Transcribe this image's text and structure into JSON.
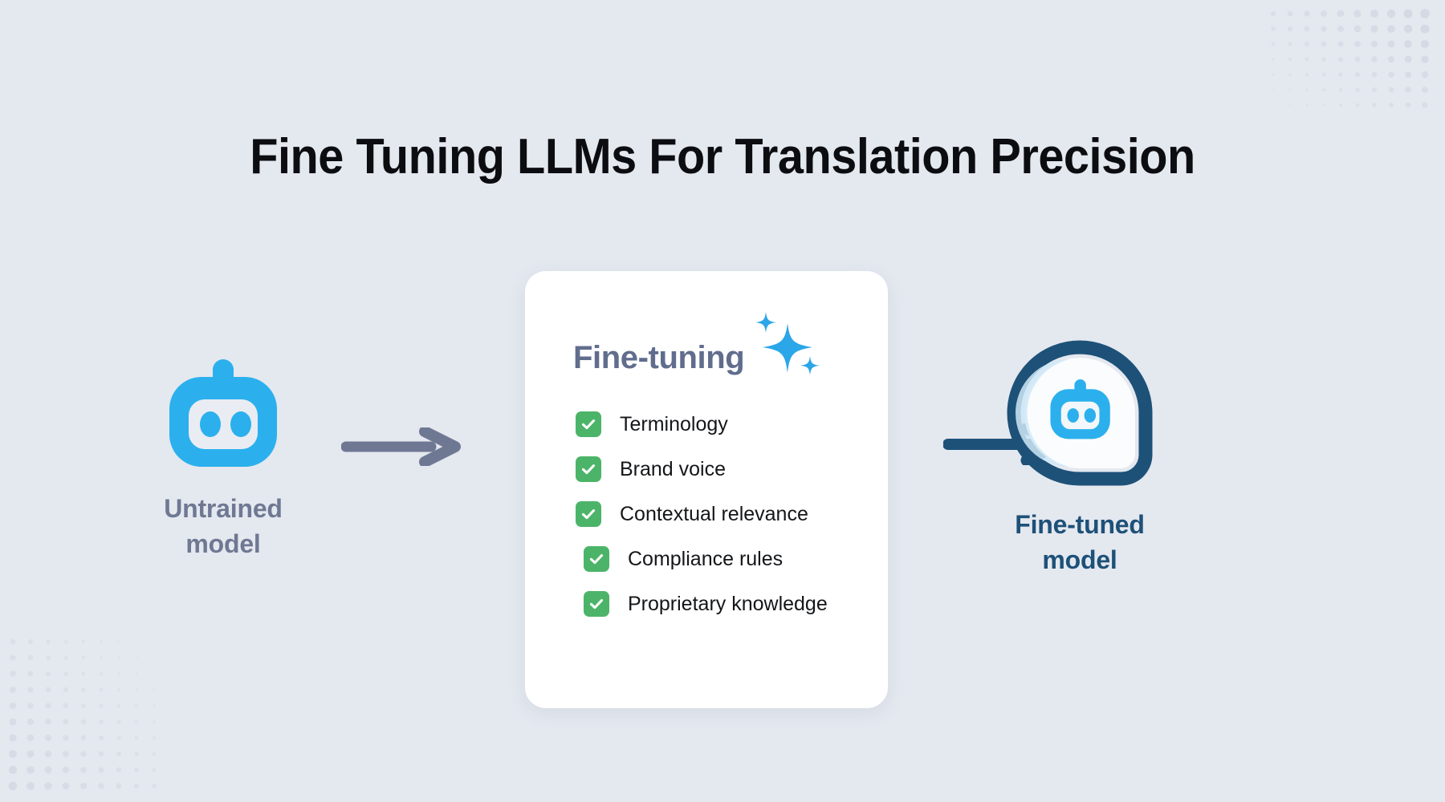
{
  "page": {
    "title": "Fine Tuning LLMs For Translation Precision",
    "background_color": "#e4e8ef"
  },
  "colors": {
    "title": "#0c0d10",
    "robot_blue": "#2bb0ed",
    "slate": "#6f7893",
    "navy": "#1d5178",
    "check_green": "#4cb468",
    "card_heading": "#606d8d",
    "sparkle_blue": "#2ba6e8"
  },
  "flow": {
    "left_stage": {
      "icon": "robot-icon",
      "label_line1": "Untrained",
      "label_line2": "model"
    },
    "arrow_1": "arrow-right-icon",
    "arrow_2": "arrow-right-icon",
    "right_stage": {
      "icon": "fine-tuned-robot-badge-icon",
      "label_line1": "Fine-tuned",
      "label_line2": "model"
    }
  },
  "card": {
    "heading": "Fine-tuning",
    "sparkle_icon": "sparkles-icon",
    "items": [
      {
        "label": "Terminology",
        "checked": true,
        "indent": false
      },
      {
        "label": "Brand voice",
        "checked": true,
        "indent": false
      },
      {
        "label": "Contextual relevance",
        "checked": true,
        "indent": false
      },
      {
        "label": "Compliance rules",
        "checked": true,
        "indent": true
      },
      {
        "label": "Proprietary knowledge",
        "checked": true,
        "indent": true
      }
    ]
  },
  "decoration": {
    "top_right_dots": "halftone-dot-grid",
    "bottom_left_dots": "halftone-dot-grid"
  }
}
